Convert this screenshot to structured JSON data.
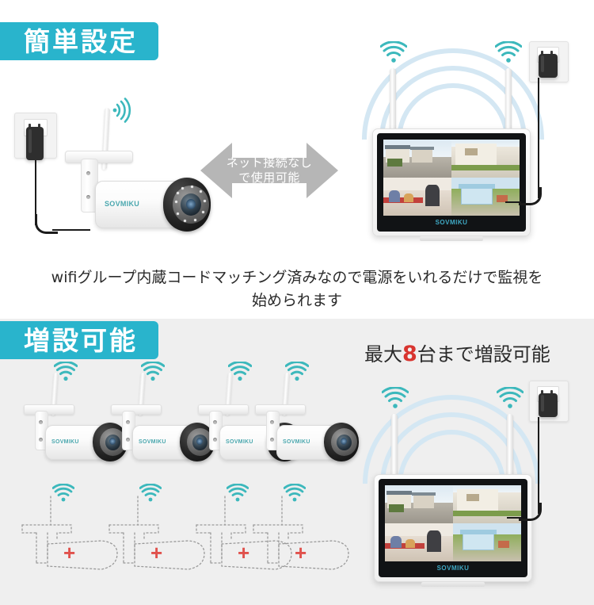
{
  "meta": {
    "brand": "SOVMIKU",
    "accent_teal": "#29b4cc",
    "wifi_teal": "#3cb8bc",
    "red": "#d8342f",
    "bg_top": "#ffffff",
    "bg_bottom": "#efefef"
  },
  "section_setup": {
    "banner_label": "簡単設定",
    "caption": "wifiグループ内蔵コードマッチング済みなので電源をいれるだけで監視を始められます",
    "arrow": {
      "name": "no-internet-arrow",
      "line1": "ネット接続なし",
      "line2": "で使用可能",
      "fill": "#b6b6b6"
    },
    "camera": {
      "logo": "SOVMIKU",
      "wifi_icon": "wifi-signal-icon"
    },
    "outlet": {
      "name": "wall-outlet-with-adapter"
    },
    "monitor": {
      "logo": "SOVMIKU",
      "quad_count": 4
    }
  },
  "section_expand": {
    "banner_label": "増設可能",
    "max_units_prefix": "最大",
    "max_units_number": "8",
    "max_units_suffix": "台まで増設可能",
    "cameras": [
      {
        "logo": "SOVMIKU"
      },
      {
        "logo": "SOVMIKU"
      },
      {
        "logo": "SOVMIKU"
      },
      {
        "logo": "SOVMIKU"
      }
    ],
    "ghost_cameras": [
      {
        "plus": "+"
      },
      {
        "plus": "+"
      },
      {
        "plus": "+"
      },
      {
        "plus": "+"
      }
    ],
    "monitor": {
      "logo": "SOVMIKU",
      "quad_count": 4
    }
  }
}
